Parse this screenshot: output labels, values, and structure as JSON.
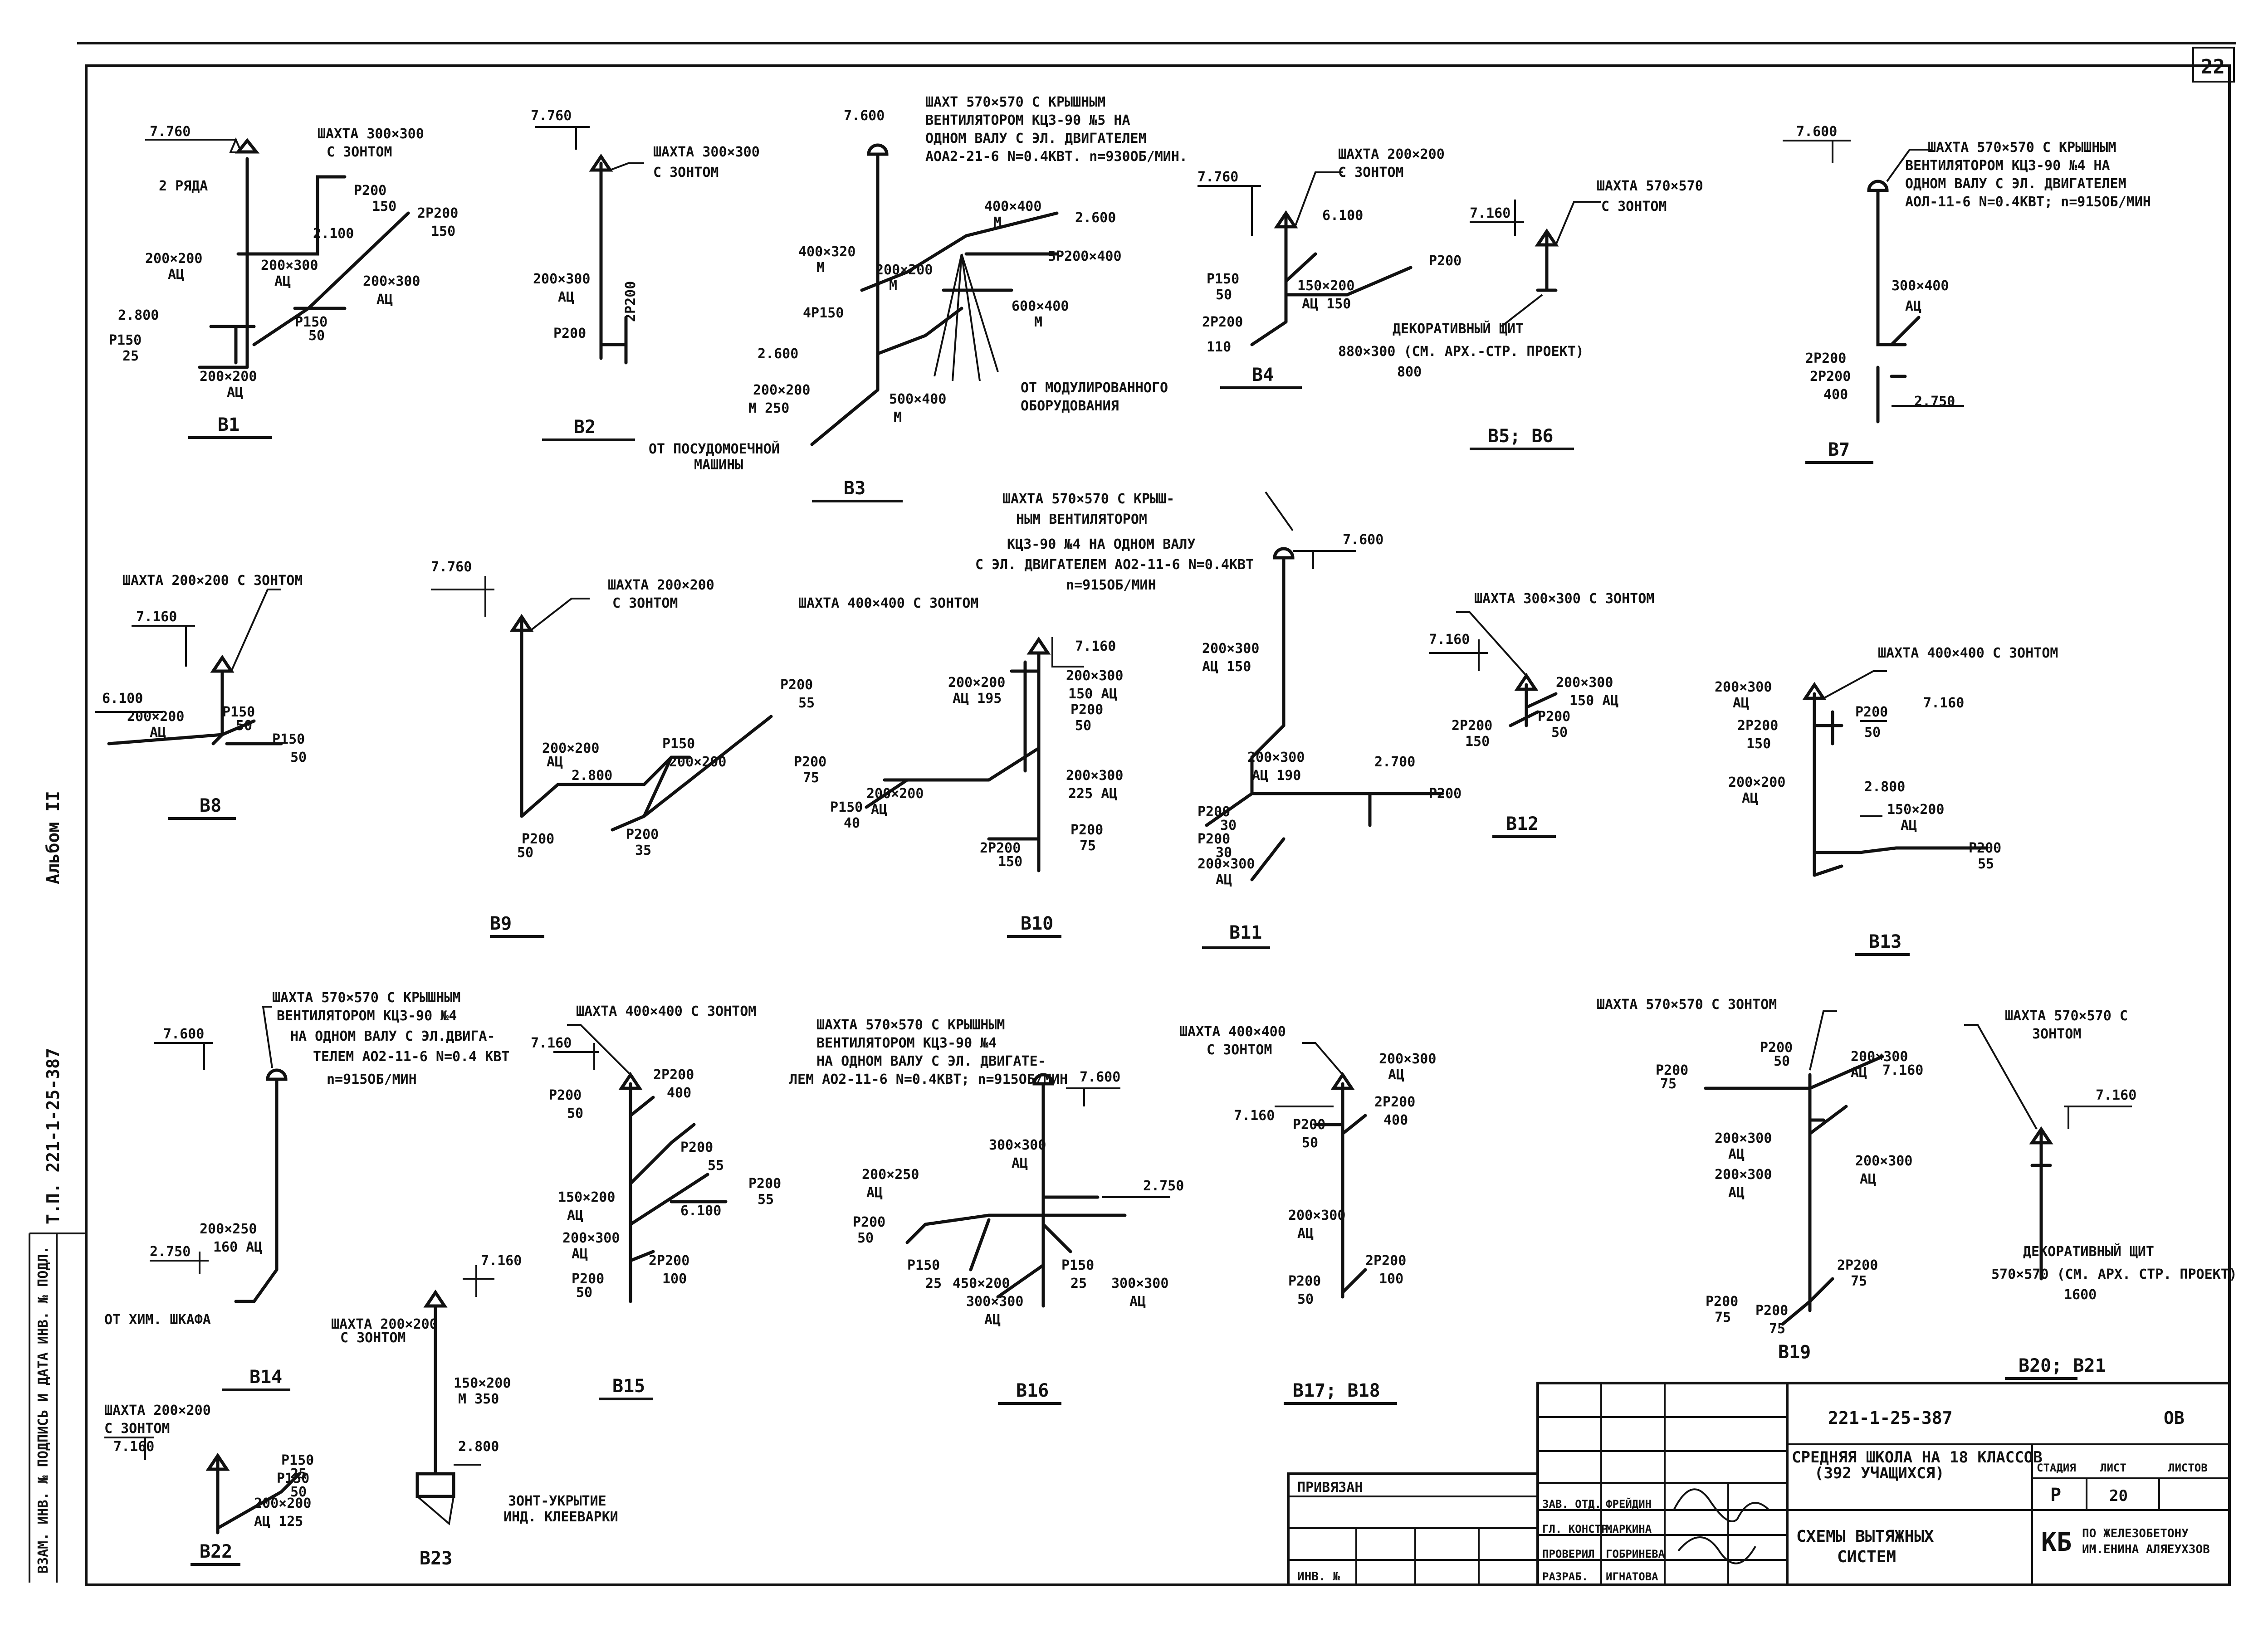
{
  "sheet": {
    "page_no": "22",
    "side_album": "Альбом II",
    "side_code": "Т.П. 221-1-25-387",
    "side_stamp": "ВЗАМ. ИНВ. №  ПОДПИСЬ И ДАТА  ИНВ. № ПОДЛ."
  },
  "systems": [
    {
      "id": "b1",
      "label": "В1",
      "labels": [
        "7.760",
        "ШАХТА 300×300",
        "С ЗОНТОМ",
        "2 РЯДА",
        "Р200",
        "150",
        "2Р200",
        "150",
        "2.100",
        "200×200",
        "АЦ",
        "200×300",
        "АЦ",
        "200×300",
        "АЦ",
        "2.800",
        "Р150",
        "25",
        "Р150",
        "50",
        "200×200",
        "АЦ"
      ]
    },
    {
      "id": "b2",
      "label": "В2",
      "labels": [
        "7.760",
        "ШАХТА 300×300",
        "С ЗОНТОМ",
        "200×300",
        "АЦ",
        "Р200",
        "2Р200"
      ]
    },
    {
      "id": "b3",
      "label": "В3",
      "labels": [
        "7.600",
        "ШАХТ 570×570 С КРЫШНЫМ",
        "ВЕНТИЛЯТОРОМ КЦ3-90 №5 НА",
        "ОДНОМ ВАЛУ С ЭЛ. ДВИГАТЕЛЕМ",
        "АОА2-21-6 N=0.4КВТ. n=930ОБ/МИН.",
        "400×320",
        "М",
        "200×200",
        "М",
        "4Р150",
        "2.600",
        "400×400",
        "М",
        "2.600",
        "5Р200×400",
        "600×400",
        "М",
        "500×400",
        "М",
        "200×200",
        "М 250",
        "ОТ МОДУЛИРОВАННОГО",
        "ОБОРУДОВАНИЯ",
        "ОТ ПОСУДОМОЕЧНОЙ",
        "МАШИНЫ"
      ]
    },
    {
      "id": "b4",
      "label": "В4",
      "labels": [
        "7.760",
        "ШАХТА 200×200",
        "С ЗОНТОМ",
        "6.100",
        "Р150",
        "50",
        "150×200",
        "АЦ 150",
        "2Р200",
        "110",
        "Р200"
      ]
    },
    {
      "id": "b56",
      "label": "В5; В6",
      "labels": [
        "7.160",
        "ШАХТА 570×570",
        "С ЗОНТОМ",
        "ДЕКОРАТИВНЫЙ ЩИТ",
        "880×300 (СМ. АРХ.-СТР. ПРОЕКТ)",
        "800"
      ]
    },
    {
      "id": "b7",
      "label": "В7",
      "labels": [
        "7.600",
        "ШАХТА 570×570 С КРЫШНЫМ",
        "ВЕНТИЛЯТОРОМ КЦ3-90 №4 НА",
        "ОДНОМ ВАЛУ С ЭЛ. ДВИГАТЕЛЕМ",
        "АОЛ-11-6 N=0.4КВТ; n=915ОБ/МИН",
        "300×400",
        "АЦ",
        "2Р200",
        "2Р200",
        "400",
        "2.750"
      ]
    },
    {
      "id": "b8",
      "label": "В8",
      "labels": [
        "ШАХТА 200×200 С ЗОНТОМ",
        "7.160",
        "6.100",
        "200×200",
        "АЦ",
        "Р150",
        "50",
        "Р150",
        "50"
      ]
    },
    {
      "id": "b9",
      "label": "В9",
      "labels": [
        "7.760",
        "ШАХТА 200×200",
        "С ЗОНТОМ",
        "200×200",
        "АЦ",
        "2.800",
        "Р150",
        "200×200",
        "Р200",
        "50",
        "Р200",
        "55",
        "Р200",
        "35"
      ]
    },
    {
      "id": "b10",
      "label": "В10",
      "labels": [
        "ШАХТА 570×570 С КРЫШ-",
        "НЫМ ВЕНТИЛЯТОРОМ",
        "КЦ3-90 №4 НА ОДНОМ ВАЛУ",
        "С ЭЛ. ДВИГАТЕЛЕМ АО2-11-6 N=0.4КВТ",
        "n=915ОБ/МИН",
        "ШАХТА 400×400 С ЗОНТОМ",
        "7.160",
        "200×200",
        "АЦ 195",
        "200×300",
        "150 АЦ",
        "Р200",
        "50",
        "Р200",
        "75",
        "Р150",
        "40",
        "200×200",
        "АЦ",
        "200×300",
        "225 АЦ",
        "Р200",
        "75",
        "2Р200",
        "150"
      ]
    },
    {
      "id": "b11",
      "label": "В11",
      "labels": [
        "7.600",
        "200×300",
        "АЦ 150",
        "200×300",
        "АЦ 190",
        "2.700",
        "Р200",
        "Р200",
        "30",
        "Р200",
        "30",
        "200×300",
        "АЦ"
      ]
    },
    {
      "id": "b12",
      "label": "В12",
      "labels": [
        "ШАХТА 300×300 С ЗОНТОМ",
        "7.160",
        "200×300",
        "150 АЦ",
        "Р200",
        "50",
        "2Р200",
        "150"
      ]
    },
    {
      "id": "b13",
      "label": "В13",
      "labels": [
        "ШАХТА 400×400 С ЗОНТОМ",
        "200×300",
        "АЦ",
        "Р200",
        "50",
        "7.160",
        "2Р200",
        "150",
        "200×200",
        "АЦ",
        "2.800",
        "150×200",
        "АЦ",
        "Р200",
        "55"
      ]
    },
    {
      "id": "b14",
      "label": "В14",
      "labels": [
        "ШАХТА 570×570 С КРЫШНЫМ",
        "ВЕНТИЛЯТОРОМ КЦ3-90 №4",
        "НА ОДНОМ ВАЛУ С ЭЛ.ДВИГА-",
        "ТЕЛЕМ АО2-11-6 N=0.4 КВТ",
        "n=915ОБ/МИН",
        "7.600",
        "200×250",
        "160 АЦ",
        "2.750",
        "ОТ ХИМ. ШКАФА"
      ]
    },
    {
      "id": "b15",
      "label": "В15",
      "labels": [
        "ШАХТА 400×400 С ЗОНТОМ",
        "7.160",
        "Р200",
        "50",
        "2Р200",
        "400",
        "Р200",
        "55",
        "150×200",
        "АЦ",
        "6.100",
        "Р200",
        "55",
        "200×300",
        "АЦ",
        "Р200",
        "50",
        "2Р200",
        "100"
      ]
    },
    {
      "id": "b16",
      "label": "В16",
      "labels": [
        "ШАХТА 570×570 С КРЫШНЫМ",
        "ВЕНТИЛЯТОРОМ КЦ3-90 №4",
        "НА ОДНОМ ВАЛУ С ЭЛ. ДВИГАТЕ-",
        "ЛЕМ АО2-11-6 N=0.4КВТ; n=915ОБ/МИН",
        "7.600",
        "300×300",
        "АЦ",
        "2.750",
        "200×250",
        "АЦ",
        "Р200",
        "50",
        "Р150",
        "25",
        "450×200",
        "300×300",
        "АЦ",
        "Р150",
        "25",
        "300×300",
        "АЦ"
      ]
    },
    {
      "id": "b1718",
      "label": "В17; В18",
      "labels": [
        "ШАХТА 400×400",
        "С ЗОНТОМ",
        "200×300",
        "АЦ",
        "7.160",
        "Р200",
        "50",
        "2Р200",
        "400",
        "200×300",
        "АЦ",
        "Р200",
        "50",
        "2Р200",
        "100"
      ]
    },
    {
      "id": "b19",
      "label": "В19",
      "labels": [
        "ШАХТА 570×570 С ЗОНТОМ",
        "Р200",
        "50",
        "Р200",
        "75",
        "200×300",
        "АЦ",
        "7.160",
        "200×300",
        "АЦ",
        "200×300",
        "АЦ",
        "200×300",
        "АЦ",
        "Р200",
        "75",
        "2Р200",
        "75",
        "Р200",
        "75"
      ]
    },
    {
      "id": "b2021",
      "label": "В20; В21",
      "labels": [
        "ШАХТА 570×570 С",
        "ЗОНТОМ",
        "7.160",
        "ДЕКОРАТИВНЫЙ ЩИТ",
        "570×570 (СМ. АРХ. СТР. ПРОЕКТ)",
        "1600"
      ]
    },
    {
      "id": "b22",
      "label": "В22",
      "labels": [
        "ШАХТА 200×200",
        "С ЗОНТОМ",
        "7.160",
        "Р150",
        "50",
        "Р150",
        "25",
        "200×200",
        "АЦ 125"
      ]
    },
    {
      "id": "b23",
      "label": "В23",
      "labels": [
        "ШАХТА 200×200",
        "С ЗОНТОМ",
        "7.160",
        "150×200",
        "М 350",
        "2.800",
        "ЗОНТ-УКРЫТИЕ",
        "ИНД. КЛЕЕВАРКИ"
      ]
    }
  ],
  "title_block": {
    "code": "221-1-25-387",
    "sheet_mark": "ОВ",
    "project": "СРЕДНЯЯ ШКОЛА НА 18 КЛАССОВ",
    "project_sub": "(392 УЧАЩИХСЯ)",
    "drawing_title": "СХЕМЫ ВЫТЯЖНЫХ",
    "drawing_title2": "СИСТЕМ",
    "stage_hdr": "СТАДИЯ",
    "sheet_hdr": "ЛИСТ",
    "sheets_hdr": "ЛИСТОВ",
    "stage": "Р",
    "sheet": "20",
    "sheets": "",
    "org_logo": "КБ",
    "org_name": "ПО ЖЕЛЕЗОБЕТОНУ",
    "org_name2": "ИМ.ЕНИНА АЛЯЕУХЗОВ",
    "binding": "ПРИВЯЗАН",
    "inv": "ИНВ. №",
    "roles": [
      {
        "role": "ЗАВ. ОТД.",
        "name": "ФРЕЙДИН"
      },
      {
        "role": "ГЛ. КОНСТР.",
        "name": "МАРКИНА"
      },
      {
        "role": "ПРОВЕРИЛ",
        "name": "ГОБРИНЕВА"
      },
      {
        "role": "РАЗРАБ.",
        "name": "ИГНАТОВА"
      }
    ]
  }
}
